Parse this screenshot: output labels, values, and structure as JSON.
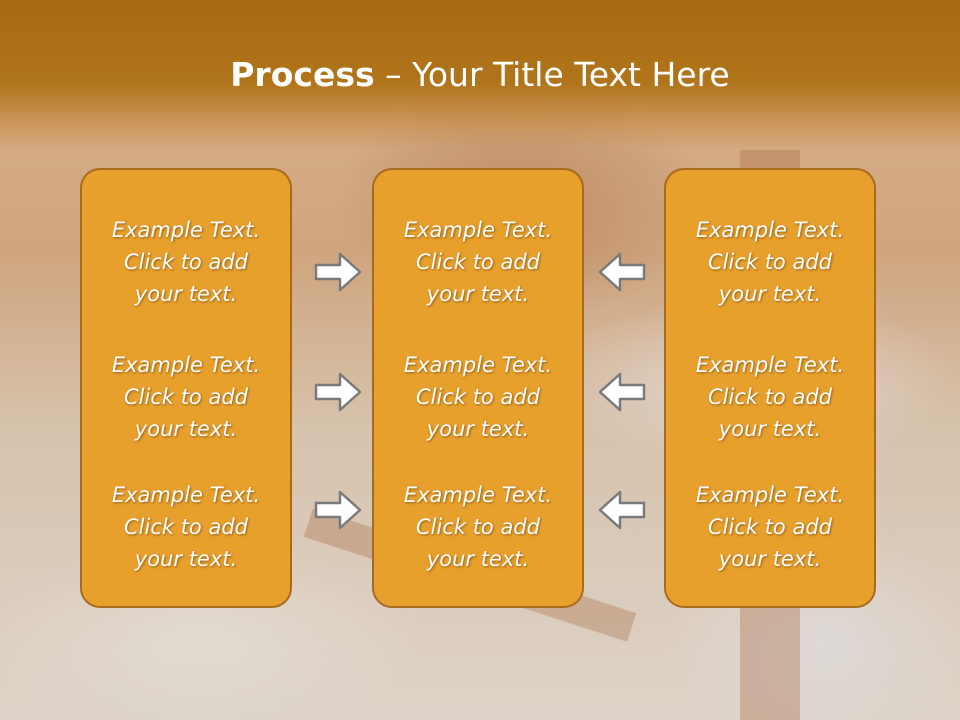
{
  "title": {
    "bold": "Process",
    "rest": " – Your Title Text Here"
  },
  "columns": [
    {
      "items": [
        [
          "Example Text.",
          "Click  to add",
          "your text."
        ],
        [
          "Example Text.",
          "Click  to add",
          "your text."
        ],
        [
          "Example Text.",
          "Click  to add",
          "your text."
        ]
      ]
    },
    {
      "items": [
        [
          "Example Text.",
          "Click  to add",
          "your text."
        ],
        [
          "Example Text.",
          "Click  to add",
          "your text."
        ],
        [
          "Example Text.",
          "Click  to add",
          "your text."
        ]
      ]
    },
    {
      "items": [
        [
          "Example Text.",
          "Click  to add",
          "your text."
        ],
        [
          "Example Text.",
          "Click  to add",
          "your text."
        ],
        [
          "Example Text.",
          "Click  to add",
          "your text."
        ]
      ]
    }
  ],
  "arrows": {
    "left_group": "right-arrow-icon",
    "right_group": "left-arrow-icon"
  },
  "colors": {
    "banner": "#a86a12",
    "box_fill": "#e8a02c",
    "box_border": "#a86b1e",
    "text": "#ffffff"
  }
}
